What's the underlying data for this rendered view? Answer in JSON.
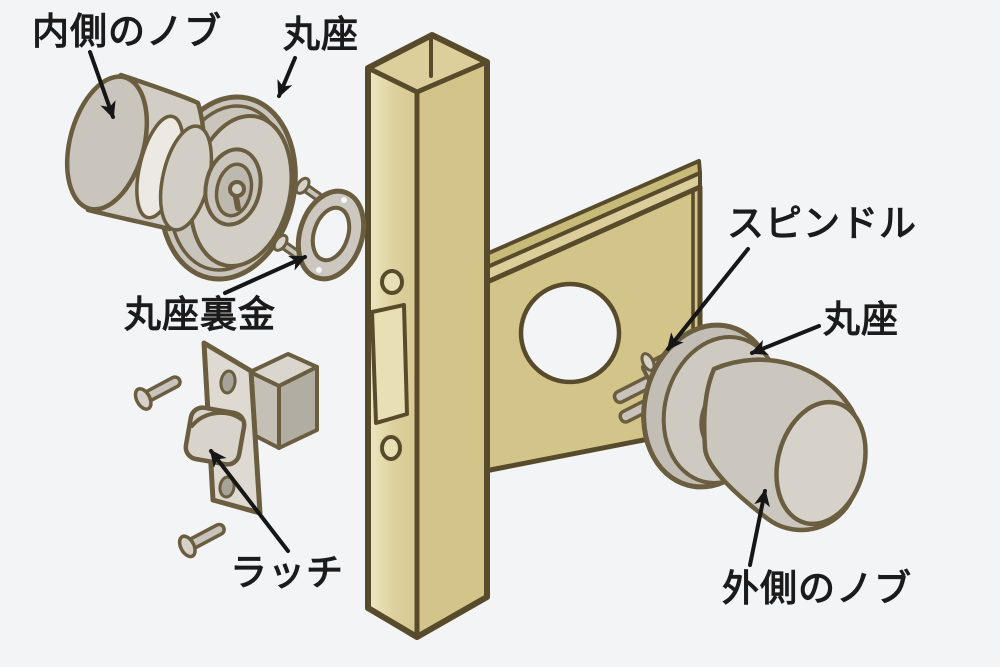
{
  "diagram": {
    "description": "Exploded diagram of a door knob / tubular latch assembly",
    "background_color": "#f3f4f6",
    "text_color": "#1b1b1b",
    "arrow_color": "#161616",
    "palette": {
      "wood_fill": "#d3c58a",
      "wood_light": "#e8dfb5",
      "wood_edge_band": "#c8ba78",
      "wood_outline": "#584b2b",
      "metal_fill": "#d2cec5",
      "metal_light": "#dedad2",
      "metal_shadow": "#b2ada2",
      "metal_outline": "#6a5d40",
      "hole_fill": "#f3f4f6"
    },
    "labels": {
      "inner_knob": "内側のノブ",
      "rose_top": "丸座",
      "rose_backplate": "丸座裏金",
      "latch": "ラッチ",
      "spindle": "スピンドル",
      "rose_right": "丸座",
      "outer_knob": "外側のノブ"
    }
  }
}
